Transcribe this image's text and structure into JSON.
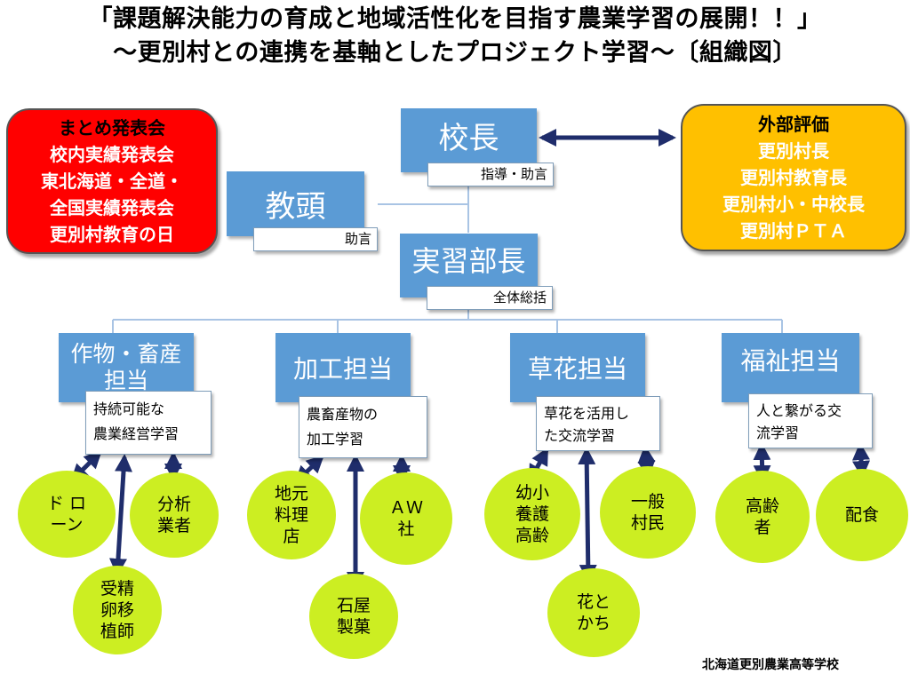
{
  "title": {
    "line1": "「課題解決能力の育成と地域活性化を目指す農業学習の展開！！」",
    "line2": "～更別村との連携を基軸としたプロジェクト学習～〔組織図〕"
  },
  "summary_box": {
    "heading": "まとめ発表会",
    "items": [
      "校内実績発表会",
      "東北海道・全道・",
      "全国実績発表会",
      "更別村教育の日"
    ]
  },
  "evaluation_box": {
    "heading": "外部評価",
    "items": [
      "更別村長",
      "更別村教育長",
      "更別村小・中校長",
      "更別村ＰＴＡ"
    ]
  },
  "principal": {
    "title": "校長",
    "role": "指導・助言"
  },
  "vice_principal": {
    "title": "教頭",
    "role": "助言"
  },
  "training_head": {
    "title": "実習部長",
    "role": "全体総括"
  },
  "departments": [
    {
      "title_lines": [
        "作物・畜産",
        "担当"
      ],
      "desc_lines": [
        "持続可能な",
        "農業経営学習"
      ]
    },
    {
      "title_lines": [
        "加工担当"
      ],
      "desc_lines": [
        "農畜産物の",
        "加工学習"
      ]
    },
    {
      "title_lines": [
        "草花担当"
      ],
      "desc_lines": [
        "草花を活用し",
        "た交流学習"
      ]
    },
    {
      "title_lines": [
        "福祉担当"
      ],
      "desc_lines": [
        "人と繋がる交",
        "流学習"
      ]
    }
  ],
  "partners": [
    {
      "lines": [
        "ド ロ",
        "ーン"
      ]
    },
    {
      "lines": [
        "分析",
        "業者"
      ]
    },
    {
      "lines": [
        "受精",
        "卵移",
        "植師"
      ]
    },
    {
      "lines": [
        "地元",
        "料理",
        "店"
      ]
    },
    {
      "lines": [
        "石屋",
        "製菓"
      ]
    },
    {
      "lines": [
        "ＡＷ",
        "社"
      ]
    },
    {
      "lines": [
        "幼小",
        "養護",
        "高齢"
      ]
    },
    {
      "lines": [
        "花と",
        "かち"
      ]
    },
    {
      "lines": [
        "一般",
        "村民"
      ]
    },
    {
      "lines": [
        "高齢",
        "者"
      ]
    },
    {
      "lines": [
        "配食"
      ]
    }
  ],
  "footer": "北海道更別農業高等学校",
  "colors": {
    "summary_bg": "#ff0000",
    "evaluation_bg": "#ffc000",
    "blue_box": "#5b9bd5",
    "partner_circle": "#ccee22",
    "arrow": "#1f2d6b",
    "connector": "#a9c4e4"
  }
}
